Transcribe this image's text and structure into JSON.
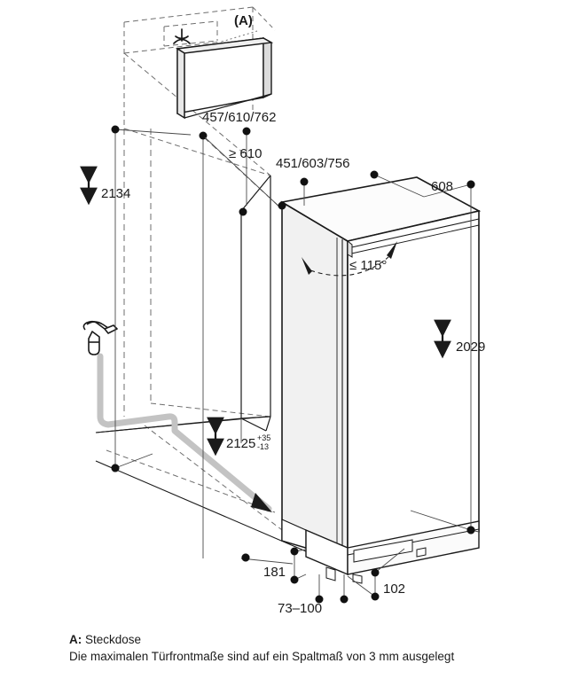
{
  "document": {
    "type": "installation-dimension-drawing",
    "language": "de",
    "appliance": "built-in refrigerator / freezer column",
    "units": "mm"
  },
  "callouts": {
    "socket_marker": "(A)",
    "socket_icon": "power-socket-icon",
    "water_tap_icon": "water-tap-icon"
  },
  "dimensions": {
    "niche_width_options": "457/610/762",
    "niche_depth_min": "≥ 610",
    "door_front_width_options": "451/603/756",
    "appliance_depth": "608",
    "niche_height": "2134",
    "appliance_height": "2029",
    "niche_height_tol_value": "2125",
    "niche_height_tol_plus": "+35",
    "niche_height_tol_minus": "-13",
    "door_opening_angle": "≤ 115°",
    "plinth_depth": "181",
    "foot_adjust_range": "73–100",
    "base_height": "102"
  },
  "legend": {
    "socket_label_key": "A:",
    "socket_label_text": " Steckdose",
    "note": "Die maximalen Türfrontmaße sind auf ein Spaltmaß von 3 mm ausgelegt"
  },
  "colors": {
    "line": "#1a1a1a",
    "thin_line": "#4a4a4a",
    "dashed": "#6e6e6e",
    "hose": "#bdbdbd",
    "panel_fill": "#f1f1f1",
    "panel_fill_light": "#fafafa",
    "text": "#1b1b1b",
    "background": "#ffffff"
  }
}
